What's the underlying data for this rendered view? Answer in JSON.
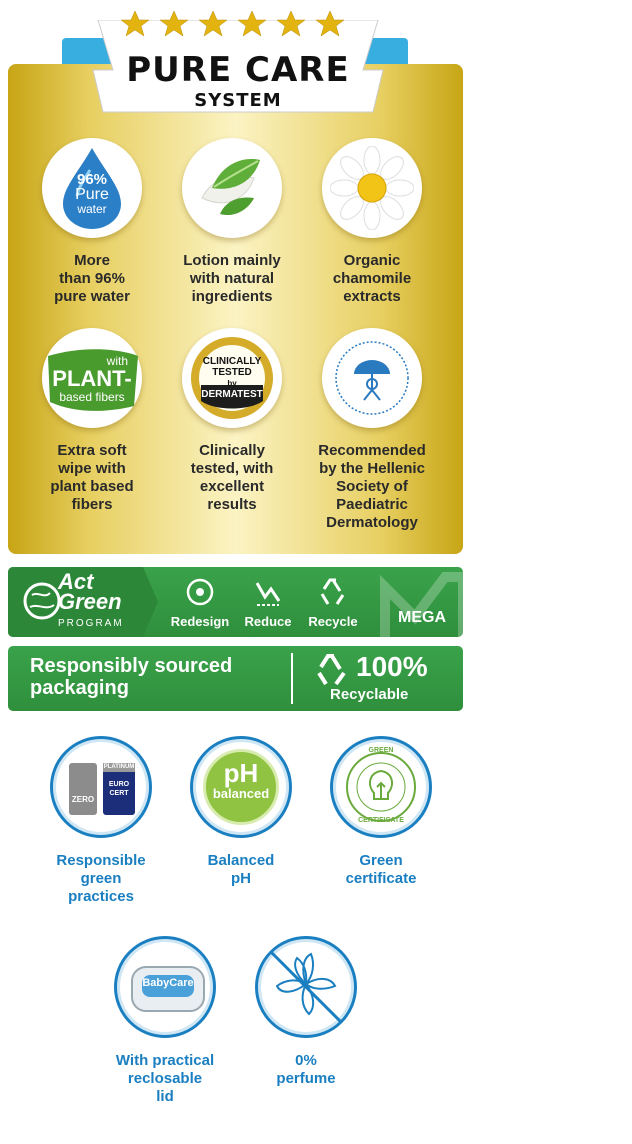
{
  "header": {
    "title": "PURE CARE",
    "subtitle": "SYSTEM",
    "star_count": 6
  },
  "features": [
    {
      "icon": "water-drop-icon",
      "badge_line1": "96%",
      "badge_line2": "Pure",
      "badge_line3": "water",
      "label": [
        "More",
        "than 96%",
        "pure water"
      ]
    },
    {
      "icon": "leaf-lotion-icon",
      "label": [
        "Lotion mainly",
        "with natural",
        "ingredients"
      ]
    },
    {
      "icon": "chamomile-icon",
      "label": [
        "Organic",
        "chamomile",
        "extracts"
      ]
    },
    {
      "icon": "plant-fibers-icon",
      "badge_line1": "with",
      "badge_line2": "PLANT-",
      "badge_line3": "based fibers",
      "label": [
        "Extra soft",
        "wipe with",
        "plant based",
        "fibers"
      ]
    },
    {
      "icon": "dermatest-seal-icon",
      "badge_line1": "CLINICALLY",
      "badge_line2": "TESTED",
      "badge_line3": "by",
      "badge_line4": "DERMATEST",
      "label": [
        "Clinically",
        "tested, with",
        "excellent",
        "results"
      ]
    },
    {
      "icon": "hellenic-society-seal-icon",
      "label": [
        "Recommended",
        "by the Hellenic",
        "Society of",
        "Paediatric",
        "Dermatology"
      ]
    }
  ],
  "act_green": {
    "title_line1": "Act",
    "title_line2": "Green",
    "program": "PROGRAM",
    "items": [
      {
        "icon": "redesign-icon",
        "label": "Redesign"
      },
      {
        "icon": "reduce-icon",
        "label": "Reduce"
      },
      {
        "icon": "recycle-icon",
        "label": "Recycle"
      }
    ],
    "brand": "MEGA"
  },
  "packaging": {
    "line1": "Responsibly sourced",
    "line2": "packaging",
    "percent": "100%",
    "recyclable": "Recyclable"
  },
  "badges": [
    {
      "icon": "zero-waste-eurocert-icon",
      "label": [
        "Responsible",
        "green",
        "practices"
      ],
      "inner": {
        "zero": "ZERO",
        "platinum": "PLATINUM",
        "euro": "EURO",
        "cert": "CERT"
      }
    },
    {
      "icon": "ph-balanced-icon",
      "label": [
        "Balanced",
        "pH"
      ],
      "inner": {
        "ph": "pH",
        "balanced": "balanced"
      }
    },
    {
      "icon": "green-certificate-icon",
      "label": [
        "Green",
        "certificate"
      ],
      "inner": {
        "top": "GREEN",
        "bottom": "CERTIFICATE"
      }
    },
    {
      "icon": "reclosable-lid-icon",
      "label": [
        "With practical",
        "reclosable",
        "lid"
      ],
      "inner": {
        "brand": "BabyCare"
      }
    },
    {
      "icon": "no-perfume-icon",
      "label": [
        "0%",
        "perfume"
      ]
    }
  ],
  "colors": {
    "gold": "#d9bd3a",
    "green": "#329a42",
    "blue": "#1a7fc1",
    "tab_blue": "#38aee0"
  }
}
